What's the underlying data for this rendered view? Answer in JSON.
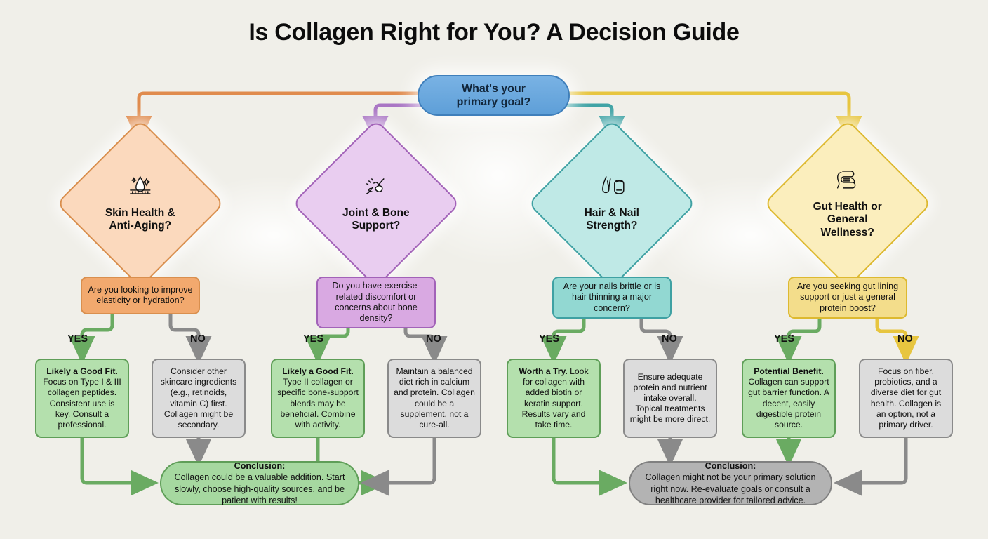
{
  "title": "Is Collagen Right for You? A Decision Guide",
  "background": "#f0efe9",
  "root": {
    "label": "What's your\nprimary goal?",
    "color": "#5e9fd8"
  },
  "branches": [
    {
      "id": "skin",
      "color": "#d98f4e",
      "icon": "skin-droplet-icon",
      "diamond": "Skin Health &\nAnti-Aging?",
      "question": "Are you looking to improve elasticity or hydration?",
      "yes_label": "YES",
      "no_label": "NO",
      "yes_card": {
        "heading": "Likely a Good Fit.",
        "body": "Focus on Type I & III collagen peptides. Consistent use is key. Consult a professional."
      },
      "no_card": {
        "heading": "",
        "body": "Consider other skincare ingredients (e.g., retinoids, vitamin C) first. Collagen might be secondary."
      }
    },
    {
      "id": "joint",
      "color": "#a262b8",
      "icon": "joint-bone-icon",
      "diamond": "Joint & Bone\nSupport?",
      "question": "Do you have exercise-related discomfort or concerns about bone density?",
      "yes_label": "YES",
      "no_label": "NO",
      "yes_card": {
        "heading": "Likely a Good Fit.",
        "body": "Type II collagen or specific bone-support blends may be beneficial. Combine with activity."
      },
      "no_card": {
        "heading": "",
        "body": "Maintain a balanced diet rich in calcium and protein. Collagen could be a supplement, not a cure-all."
      }
    },
    {
      "id": "hair",
      "color": "#3fa1a3",
      "icon": "hair-nail-icon",
      "diamond": "Hair & Nail\nStrength?",
      "question": "Are your nails brittle or is hair thinning a major concern?",
      "yes_label": "YES",
      "no_label": "NO",
      "yes_card": {
        "heading": "Worth a Try.",
        "body": "Look for collagen with added biotin or keratin support. Results vary and take time."
      },
      "no_card": {
        "heading": "",
        "body": "Ensure adequate protein and nutrient intake overall. Topical treatments might be more direct."
      }
    },
    {
      "id": "gut",
      "color": "#ddb930",
      "icon": "intestine-icon",
      "diamond": "Gut Health or\nGeneral\nWellness?",
      "question": "Are you seeking gut lining support or just a general protein boost?",
      "yes_label": "YES",
      "no_label": "NO",
      "yes_card": {
        "heading": "Potential Benefit.",
        "body": "Collagen can support gut barrier function. A decent, easily digestible protein source."
      },
      "no_card": {
        "heading": "",
        "body": "Focus on fiber, probiotics, and a diverse diet for gut health. Collagen is an option, not a primary driver."
      }
    }
  ],
  "conclusions": [
    {
      "id": "positive",
      "heading": "Conclusion:",
      "body": "Collagen could be a valuable addition. Start slowly, choose high-quality sources, and be patient with results!",
      "color": "#5f9e58"
    },
    {
      "id": "negative",
      "heading": "Conclusion:",
      "body": "Collagen might not be your primary solution right now. Re-evaluate goals or consult a healthcare provider for tailored advice.",
      "color": "#808080"
    }
  ],
  "edge_colors": {
    "yes": "#6aab62",
    "no": "#8a8a8a"
  }
}
